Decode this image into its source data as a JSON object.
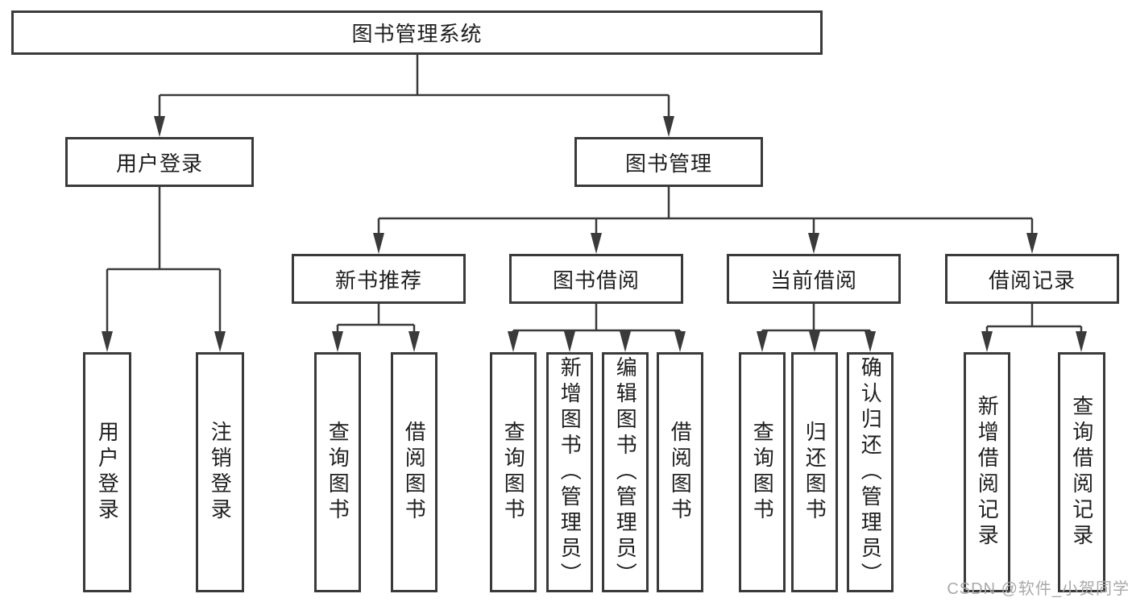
{
  "diagram": {
    "title": "图书管理系统",
    "root": {
      "label": "图书管理系统"
    },
    "level2": [
      {
        "label": "用户登录"
      },
      {
        "label": "图书管理"
      }
    ],
    "level3": [
      {
        "label": "新书推荐"
      },
      {
        "label": "图书借阅"
      },
      {
        "label": "当前借阅"
      },
      {
        "label": "借阅记录"
      }
    ],
    "leaves": [
      {
        "label": "用户登录",
        "parent": "用户登录"
      },
      {
        "label": "注销登录",
        "parent": "用户登录"
      },
      {
        "label": "查询图书",
        "parent": "新书推荐"
      },
      {
        "label": "借阅图书",
        "parent": "新书推荐"
      },
      {
        "label": "查询图书",
        "parent": "图书借阅"
      },
      {
        "label": "新增图书（管理员）",
        "parent": "图书借阅"
      },
      {
        "label": "编辑图书（管理员）",
        "parent": "图书借阅"
      },
      {
        "label": "借阅图书",
        "parent": "图书借阅"
      },
      {
        "label": "查询图书",
        "parent": "当前借阅"
      },
      {
        "label": "归还图书",
        "parent": "当前借阅"
      },
      {
        "label": "确认归还（管理员）",
        "parent": "当前借阅"
      },
      {
        "label": "新增借阅记录",
        "parent": "借阅记录"
      },
      {
        "label": "查询借阅记录",
        "parent": "借阅记录"
      }
    ]
  },
  "watermark": {
    "text": "CSDN @软件_小贺同学"
  },
  "colors": {
    "line": "#3a3a3a",
    "border": "#3a3a3a",
    "text": "#1f1f1f",
    "watermark": "#a9a9a9",
    "background": "#ffffff"
  }
}
